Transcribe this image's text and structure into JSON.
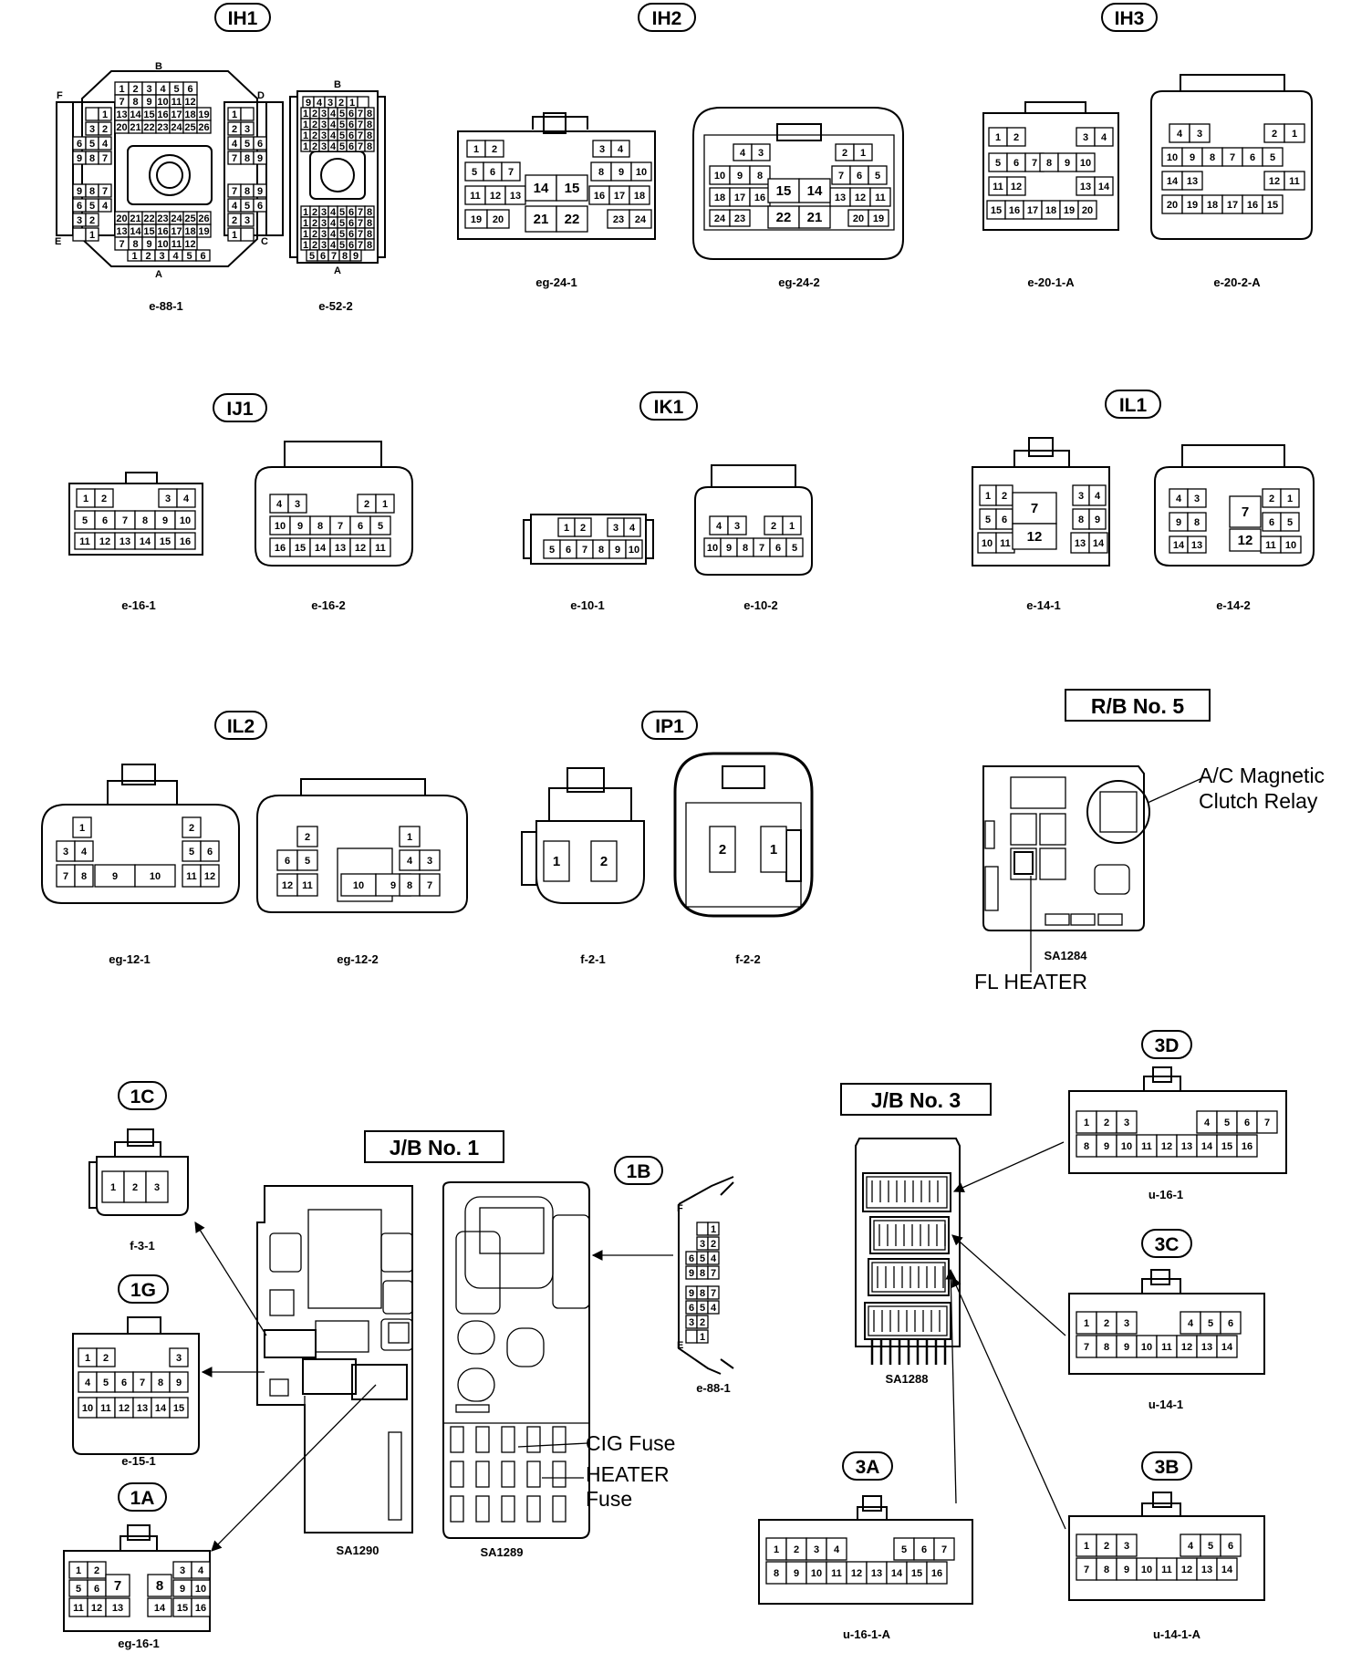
{
  "connectors": {
    "IH1": {
      "label": "IH1",
      "codes": [
        "e-88-1",
        "e-52-2"
      ]
    },
    "IH2": {
      "label": "IH2",
      "codes": [
        "eg-24-1",
        "eg-24-2"
      ]
    },
    "IH3": {
      "label": "IH3",
      "codes": [
        "e-20-1-A",
        "e-20-2-A"
      ]
    },
    "IJ1": {
      "label": "IJ1",
      "codes": [
        "e-16-1",
        "e-16-2"
      ]
    },
    "IK1": {
      "label": "IK1",
      "codes": [
        "e-10-1",
        "e-10-2"
      ]
    },
    "IL1": {
      "label": "IL1",
      "codes": [
        "e-14-1",
        "e-14-2"
      ]
    },
    "IL2": {
      "label": "IL2",
      "codes": [
        "eg-12-1",
        "eg-12-2"
      ]
    },
    "IP1": {
      "label": "IP1",
      "codes": [
        "f-2-1",
        "f-2-2"
      ]
    },
    "1C": {
      "label": "1C",
      "code": "f-3-1"
    },
    "1G": {
      "label": "1G",
      "code": "e-15-1"
    },
    "1A": {
      "label": "1A",
      "code": "eg-16-1"
    },
    "1B": {
      "label": "1B",
      "code": "e-88-1"
    },
    "3D": {
      "label": "3D",
      "code": "u-16-1"
    },
    "3C": {
      "label": "3C",
      "code": "u-14-1"
    },
    "3A": {
      "label": "3A",
      "code": "u-16-1-A"
    },
    "3B": {
      "label": "3B",
      "code": "u-14-1-A"
    }
  },
  "rb5": {
    "title": "R/B No. 5",
    "relay_line1": "A/C Magnetic",
    "relay_line2": "Clutch Relay",
    "fuse": "FL HEATER",
    "ref": "SA1284"
  },
  "jb1": {
    "title": "J/B No. 1",
    "ref_left": "SA1290",
    "ref_right": "SA1289",
    "cig_fuse": "CIG Fuse",
    "heater_line1": "HEATER",
    "heater_line2": "Fuse"
  },
  "jb3": {
    "title": "J/B No. 3",
    "ref": "SA1288"
  },
  "pin_letters": {
    "a": "A",
    "b": "B",
    "c": "C",
    "d": "D",
    "e": "E",
    "f": "F"
  }
}
